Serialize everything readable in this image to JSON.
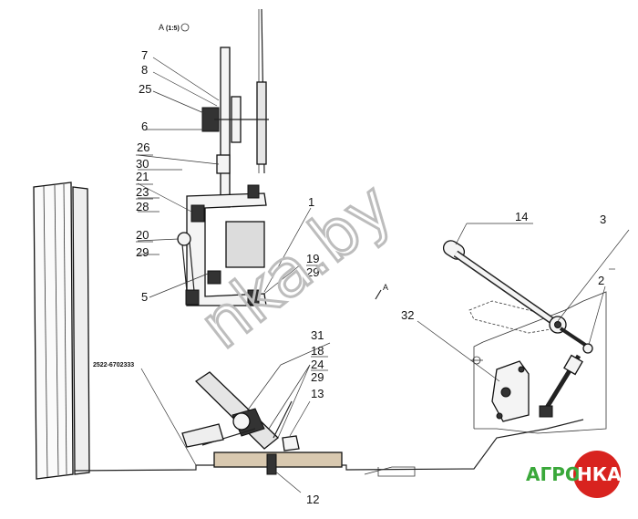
{
  "view_label": "A",
  "view_scale": "(1:5)",
  "view_arrow_label": "A",
  "part_code": "2522-6702333",
  "watermark": "nka.by",
  "logo": {
    "left": "АГРО",
    "right": "НКА",
    "green": "#3aa83a",
    "red": "#d8231f"
  },
  "callouts": {
    "n7": "7",
    "n8": "8",
    "n25": "25",
    "n6": "6",
    "n26": "26",
    "n30": "30",
    "n21": "21",
    "n23": "23",
    "n28": "28",
    "n20": "20",
    "n29a": "29",
    "n1": "1",
    "n19": "19",
    "n29b": "29",
    "n5": "5",
    "n14": "14",
    "n3": "3",
    "n2": "2",
    "n32": "32",
    "n31": "31",
    "n18": "18",
    "n24": "24",
    "n29c": "29",
    "n13": "13",
    "n12": "12"
  }
}
